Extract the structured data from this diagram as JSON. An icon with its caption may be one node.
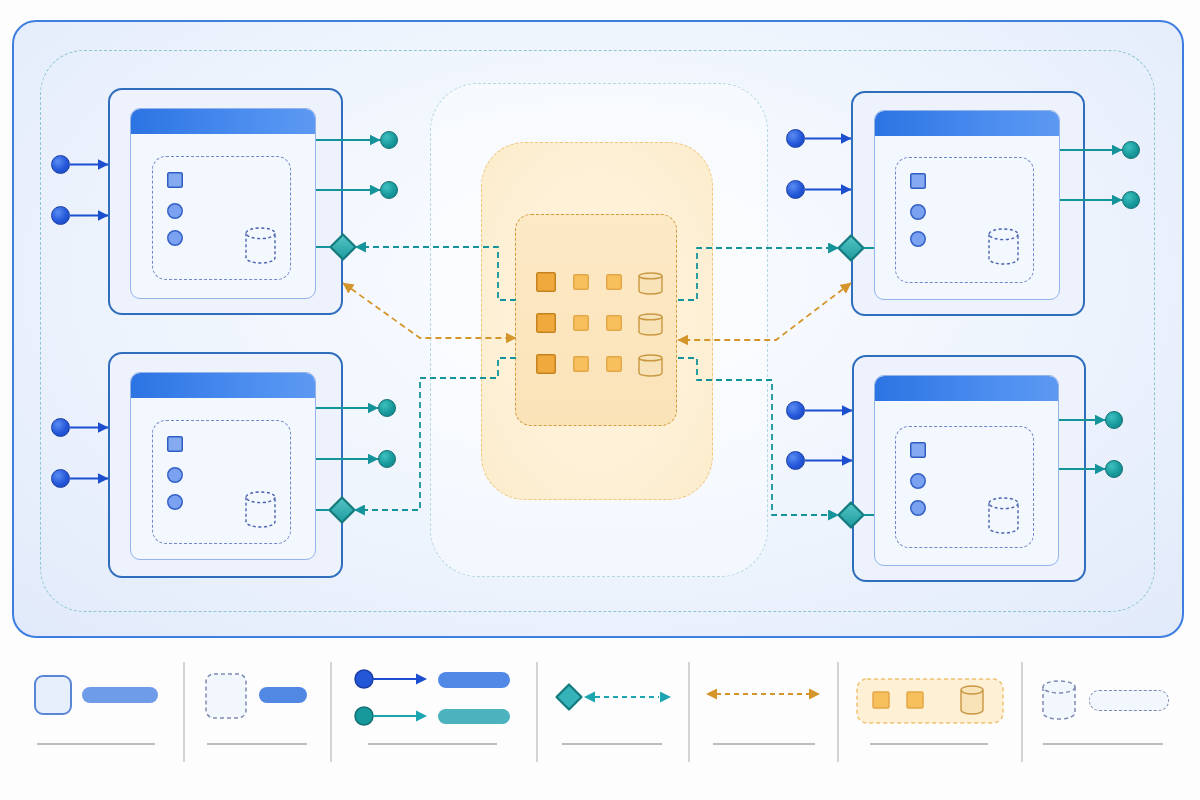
{
  "diagram": {
    "nodes": [
      {
        "text": [],
        "shape": "box"
      },
      {
        "text": [],
        "shape": "box",
        "in": 0
      },
      {
        "text": [],
        "shape": "circle",
        "in": 1
      },
      {
        "text": [],
        "shape": "circle",
        "in": 1
      },
      {
        "text": [],
        "shape": "box",
        "in": 1
      },
      {
        "text": [],
        "shape": "box",
        "in": 4
      },
      {
        "text": [],
        "shape": "box",
        "in": 5
      },
      {
        "text": [],
        "shape": "circle",
        "in": 1
      },
      {
        "text": [],
        "shape": "circle",
        "in": 1
      },
      {
        "text": [],
        "shape": "diamond",
        "in": 1
      },
      {
        "text": [],
        "shape": "box",
        "in": 1
      },
      {
        "text": [],
        "shape": "box",
        "in": 10
      },
      {
        "text": [],
        "shape": "box",
        "in": 11
      },
      {
        "text": [],
        "shape": "circle",
        "in": 1
      },
      {
        "text": [],
        "shape": "circle",
        "in": 1
      },
      {
        "text": [],
        "shape": "box",
        "in": 1
      },
      {
        "text": [],
        "shape": "box",
        "in": 15
      },
      {
        "text": [],
        "shape": "box",
        "in": 16
      },
      {
        "text": [],
        "shape": "circle",
        "in": 1
      },
      {
        "text": [],
        "shape": "circle",
        "in": 1
      },
      {
        "text": [],
        "shape": "diamond",
        "in": 1
      },
      {
        "text": [],
        "shape": "circle",
        "in": 1
      },
      {
        "text": [],
        "shape": "circle",
        "in": 1
      },
      {
        "text": [],
        "shape": "box",
        "in": 1
      },
      {
        "text": [],
        "shape": "box",
        "in": 23
      },
      {
        "text": [],
        "shape": "box",
        "in": 24
      },
      {
        "text": [],
        "shape": "circle",
        "in": 1
      },
      {
        "text": [],
        "shape": "circle",
        "in": 1
      },
      {
        "text": [],
        "shape": "diamond",
        "in": 1
      },
      {
        "text": [],
        "shape": "circle",
        "in": 1
      },
      {
        "text": [],
        "shape": "circle",
        "in": 1
      },
      {
        "text": [],
        "shape": "box",
        "in": 1
      },
      {
        "text": [],
        "shape": "box",
        "in": 31
      },
      {
        "text": [],
        "shape": "box",
        "in": 32
      },
      {
        "text": [],
        "shape": "circle",
        "in": 1
      },
      {
        "text": [],
        "shape": "circle",
        "in": 1
      },
      {
        "text": [],
        "shape": "diamond",
        "in": 1
      }
    ],
    "edges": [
      {
        "from": 2,
        "to": 4,
        "arrow": "to",
        "color": "#1b4fd0"
      },
      {
        "from": 3,
        "to": 4,
        "arrow": "to",
        "color": "#1b4fd0"
      },
      {
        "from": 5,
        "to": 7,
        "arrow": "to"
      },
      {
        "from": 5,
        "to": 8,
        "arrow": "to"
      },
      {
        "from": 5,
        "to": 9,
        "arrow": "none"
      },
      {
        "from": 12,
        "to": 9,
        "arrow": "to",
        "style": "dashed"
      },
      {
        "from": 4,
        "to": 12,
        "arrow": "both",
        "style": "dashed",
        "color": "#d4952b"
      },
      {
        "from": 13,
        "to": 15,
        "arrow": "to",
        "color": "#1b4fd0"
      },
      {
        "from": 14,
        "to": 15,
        "arrow": "to",
        "color": "#1b4fd0"
      },
      {
        "from": 16,
        "to": 18,
        "arrow": "to"
      },
      {
        "from": 16,
        "to": 19,
        "arrow": "to"
      },
      {
        "from": 16,
        "to": 20,
        "arrow": "none"
      },
      {
        "from": 12,
        "to": 20,
        "arrow": "to",
        "style": "dashed"
      },
      {
        "from": 15,
        "to": 12,
        "arrow": "both",
        "style": "dashed",
        "color": "#d4952b"
      },
      {
        "from": 21,
        "to": 23,
        "arrow": "to",
        "color": "#1b4fd0"
      },
      {
        "from": 22,
        "to": 23,
        "arrow": "to",
        "color": "#1b4fd0"
      },
      {
        "from": 24,
        "to": 26,
        "arrow": "to"
      },
      {
        "from": 24,
        "to": 27,
        "arrow": "to"
      },
      {
        "from": 24,
        "to": 28,
        "arrow": "none"
      },
      {
        "from": 12,
        "to": 28,
        "arrow": "to",
        "style": "dashed"
      },
      {
        "from": 29,
        "to": 31,
        "arrow": "to",
        "color": "#1b4fd0"
      },
      {
        "from": 30,
        "to": 31,
        "arrow": "to",
        "color": "#1b4fd0"
      },
      {
        "from": 32,
        "to": 34,
        "arrow": "to"
      },
      {
        "from": 32,
        "to": 35,
        "arrow": "to"
      },
      {
        "from": 32,
        "to": 36,
        "arrow": "none"
      },
      {
        "from": 12,
        "to": 36,
        "arrow": "to",
        "style": "dashed"
      }
    ]
  }
}
